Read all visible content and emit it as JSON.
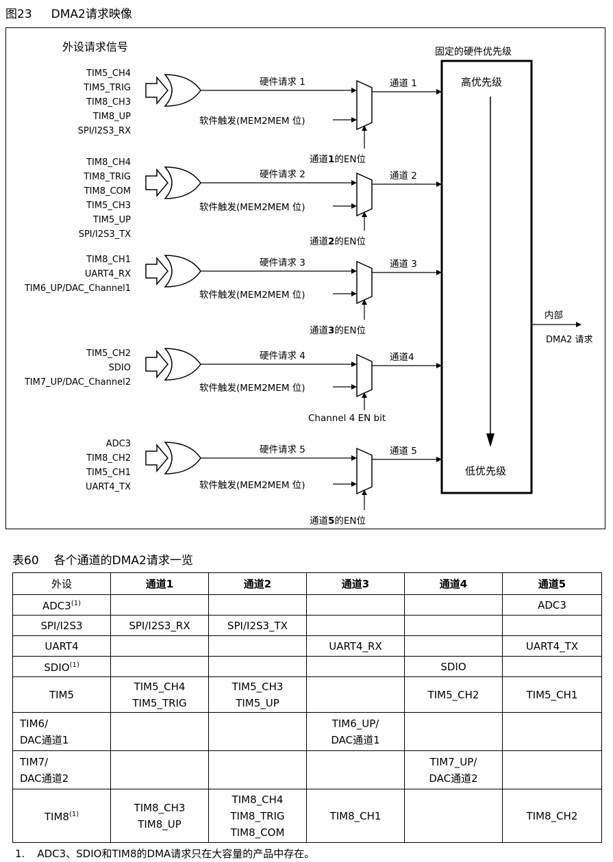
{
  "figure": {
    "number": "图23",
    "title": "DMA2请求映像",
    "peripheral_signals_title": "外设请求信号",
    "fixed_priority_title": "固定的硬件优先级",
    "high_priority": "高优先级",
    "low_priority": "低优先级",
    "output_label_1": "内部",
    "output_label_2": "DMA2 请求",
    "software_trigger": "软件触发(MEM2MEM 位)",
    "groups": [
      {
        "signals": [
          "TIM5_CH4",
          "TIM5_TRIG",
          "TIM8_CH3",
          "TIM8_UP",
          "SPI/I2S3_RX"
        ],
        "hw_request": "硬件请求 1",
        "channel": "通道 1",
        "en_prefix": "通道",
        "en_num": "1",
        "en_suffix": "的EN位"
      },
      {
        "signals": [
          "TIM8_CH4",
          "TIM8_TRIG",
          "TIM8_COM",
          "TIM5_CH3",
          "TIM5_UP",
          "SPI/I2S3_TX"
        ],
        "hw_request": "硬件请求 2",
        "channel": "通道 2",
        "en_prefix": "通道",
        "en_num": "2",
        "en_suffix": "的EN位"
      },
      {
        "signals": [
          "TIM8_CH1",
          "UART4_RX",
          "TIM6_UP/DAC_Channel1"
        ],
        "hw_request": "硬件请求 3",
        "channel": "通道 3",
        "en_prefix": "通道",
        "en_num": "3",
        "en_suffix": "的EN位"
      },
      {
        "signals": [
          "TIM5_CH2",
          "SDIO",
          "TIM7_UP/DAC_Channel2"
        ],
        "hw_request": "硬件请求 4",
        "channel": "通道4",
        "en_text": "Channel 4 EN bit"
      },
      {
        "signals": [
          "ADC3",
          "TIM8_CH2",
          "TIM5_CH1",
          "UART4_TX"
        ],
        "hw_request": "硬件请求 5",
        "channel": "通道 5",
        "en_prefix": "通道",
        "en_num": "5",
        "en_suffix": "的EN位"
      }
    ]
  },
  "table": {
    "number": "表60",
    "title": "各个通道的DMA2请求一览",
    "headers": [
      "外设",
      "通道1",
      "通道2",
      "通道3",
      "通道4",
      "通道5"
    ],
    "rows": [
      {
        "peripheral": [
          "ADC3"
        ],
        "note": "(1)",
        "cells": [
          [],
          [],
          [],
          [],
          [
            "ADC3"
          ]
        ]
      },
      {
        "peripheral": [
          "SPI/I2S3"
        ],
        "cells": [
          [
            "SPI/I2S3_RX"
          ],
          [
            "SPI/I2S3_TX"
          ],
          [],
          [],
          []
        ]
      },
      {
        "peripheral": [
          "UART4"
        ],
        "cells": [
          [],
          [],
          [
            "UART4_RX"
          ],
          [],
          [
            "UART4_TX"
          ]
        ]
      },
      {
        "peripheral": [
          "SDIO"
        ],
        "note": "(1)",
        "cells": [
          [],
          [],
          [],
          [
            "SDIO"
          ],
          []
        ]
      },
      {
        "peripheral": [
          "TIM5"
        ],
        "cells": [
          [
            "TIM5_CH4",
            "TIM5_TRIG"
          ],
          [
            "TIM5_CH3",
            "TIM5_UP"
          ],
          [],
          [
            "TIM5_CH2"
          ],
          [
            "TIM5_CH1"
          ]
        ]
      },
      {
        "peripheral": [
          "TIM6/",
          "DAC通道1"
        ],
        "cells": [
          [],
          [],
          [
            "TIM6_UP/",
            "DAC通道1"
          ],
          [],
          []
        ]
      },
      {
        "peripheral": [
          "TIM7/",
          "DAC通道2"
        ],
        "cells": [
          [],
          [],
          [],
          [
            "TIM7_UP/",
            "DAC通道2"
          ],
          []
        ]
      },
      {
        "peripheral": [
          "TIM8"
        ],
        "note": "(1)",
        "cells": [
          [
            "TIM8_CH3",
            "TIM8_UP"
          ],
          [
            "TIM8_CH4",
            "TIM8_TRIG",
            "TIM8_COM"
          ],
          [
            "TIM8_CH1"
          ],
          [],
          [
            "TIM8_CH2"
          ]
        ]
      }
    ]
  },
  "footnote": {
    "number": "1.",
    "text": "ADC3、SDIO和TIM8的DMA请求只在大容量的产品中存在。"
  }
}
